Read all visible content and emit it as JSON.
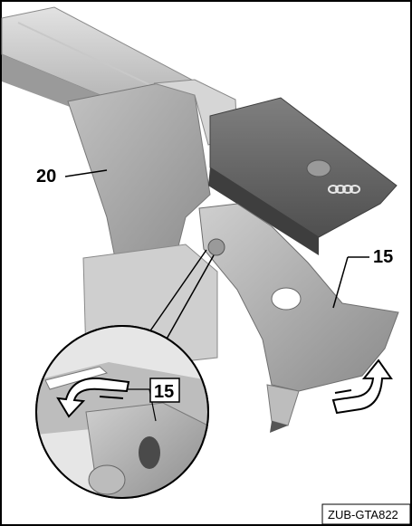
{
  "callouts": [
    {
      "id": "bracket",
      "text": "20"
    },
    {
      "id": "clamp",
      "text": "15"
    },
    {
      "id": "clamp_detail",
      "text": "15"
    }
  ],
  "reference_code": "ZUB-GTA822",
  "colors": {
    "border": "#000000",
    "part_light": "#d9d9d9",
    "part_mid": "#b5b5b5",
    "part_dark": "#6e6e6e",
    "arrow_fill": "#ffffff"
  },
  "icons": [
    "rotate-arrow-icon",
    "rotate-arrow-detail-icon",
    "brand-rings-icon"
  ]
}
